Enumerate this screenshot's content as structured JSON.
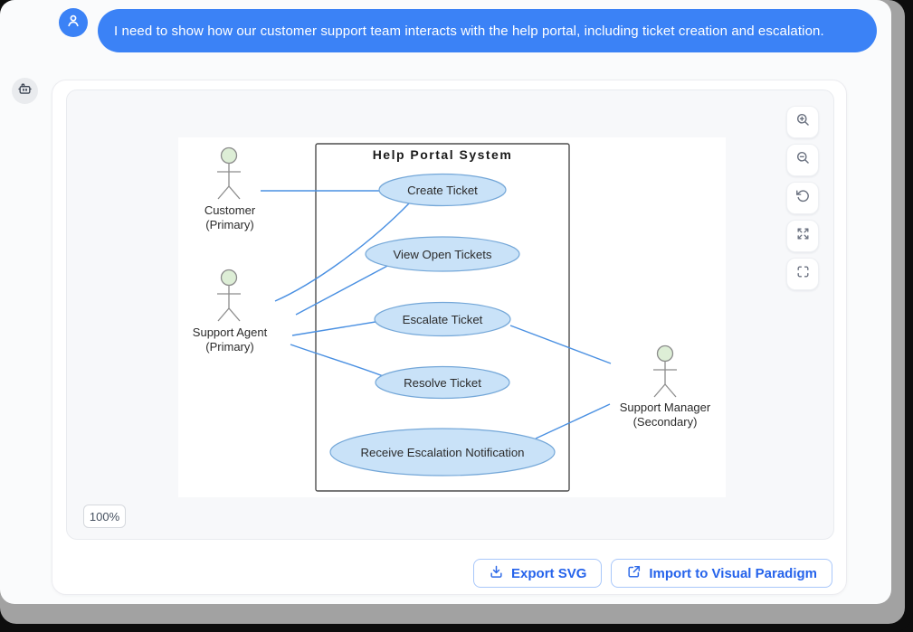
{
  "chat": {
    "user_message": "I need to show how our customer support team interacts with the help portal, including ticket creation and escalation."
  },
  "viewer": {
    "zoom_level": "100%",
    "control_icons": [
      "zoom-in-icon",
      "zoom-out-icon",
      "reset-view-icon",
      "expand-icon",
      "fullscreen-icon"
    ]
  },
  "actions": {
    "export_label": "Export SVG",
    "export_icon": "download-icon",
    "import_label": "Import to Visual Paradigm",
    "import_icon": "external-link-icon"
  },
  "icons": {
    "user_avatar": "person-icon",
    "bot_avatar": "robot-icon"
  },
  "colors": {
    "accent_blue": "#3b82f6",
    "action_text_blue": "#2563eb",
    "connector_blue": "#4a90e2",
    "usecase_fill": "#c9e2f8",
    "usecase_stroke": "#74a7d8",
    "actor_head_fill": "#ddeed6",
    "frame_gray": "#a2a2a2"
  },
  "diagram": {
    "type": "uml-use-case",
    "system": {
      "title": "Help Portal System"
    },
    "actors": [
      {
        "name": "Customer",
        "role": "(Primary)"
      },
      {
        "name": "Support Agent",
        "role": "(Primary)"
      },
      {
        "name": "Support Manager",
        "role": "(Secondary)"
      }
    ],
    "use_cases": [
      {
        "label": "Create Ticket"
      },
      {
        "label": "View Open Tickets"
      },
      {
        "label": "Escalate Ticket"
      },
      {
        "label": "Resolve Ticket"
      },
      {
        "label": "Receive Escalation Notification"
      }
    ],
    "associations": [
      {
        "from": "Customer",
        "to": "Create Ticket"
      },
      {
        "from": "Support Agent",
        "to": "Create Ticket"
      },
      {
        "from": "Support Agent",
        "to": "View Open Tickets"
      },
      {
        "from": "Support Agent",
        "to": "Escalate Ticket"
      },
      {
        "from": "Support Agent",
        "to": "Resolve Ticket"
      },
      {
        "from": "Escalate Ticket",
        "to": "Support Manager"
      },
      {
        "from": "Receive Escalation Notification",
        "to": "Support Manager"
      }
    ]
  }
}
